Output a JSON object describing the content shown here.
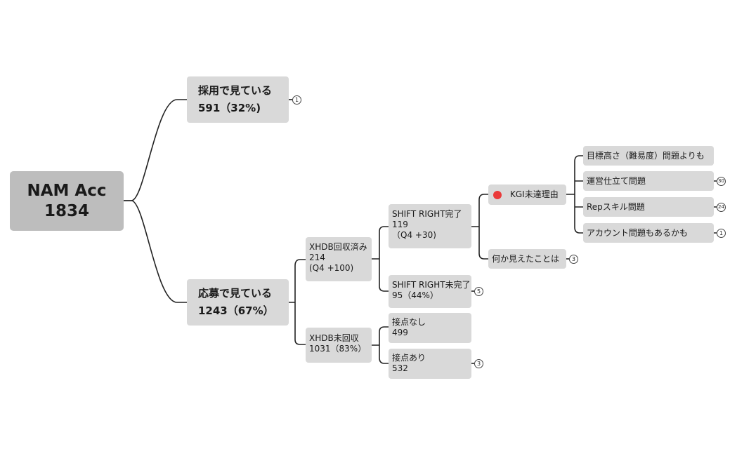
{
  "root": {
    "line1": "NAM Acc",
    "line2": "1834"
  },
  "saiyou": {
    "line1": "採用で見ている",
    "line2": "591（32%)",
    "badge": "1"
  },
  "oubo": {
    "line1": "応募で見ている",
    "line2": "1243（67%）"
  },
  "xhdb_done": {
    "line1": "XHDB回収済み",
    "line2": "214",
    "line3": "(Q4 +100)"
  },
  "xhdb_undone": {
    "line1": "XHDB未回収",
    "line2": "1031（83%）"
  },
  "shift_done": {
    "line1": "SHIFT RIGHT完了",
    "line2": "119",
    "line3": "（Q4 +30)"
  },
  "shift_undone": {
    "line1": "SHIFT RIGHT未完了",
    "line2": "95（44%）",
    "badge": "5"
  },
  "contact_none": {
    "line1": "接点なし",
    "line2": "499"
  },
  "contact_yes": {
    "line1": "接点あり",
    "line2": "532",
    "badge": "3"
  },
  "kgi": {
    "label": "KGI未達理由",
    "flag_color": "#ea3a3a"
  },
  "nanika": {
    "label": "何か見えたことは",
    "badge": "3"
  },
  "reasons": [
    {
      "label": "目標高さ（難易度）問題よりも",
      "badge": ""
    },
    {
      "label": "運営仕立て問題",
      "badge": "30"
    },
    {
      "label": "Repスキル問題",
      "badge": "24"
    },
    {
      "label": "アカウント問題もあるかも",
      "badge": "1"
    }
  ],
  "colors": {
    "node": "#d9d9d9",
    "root": "#bdbdbd",
    "line": "#222222",
    "flag": "#ea3a3a"
  }
}
